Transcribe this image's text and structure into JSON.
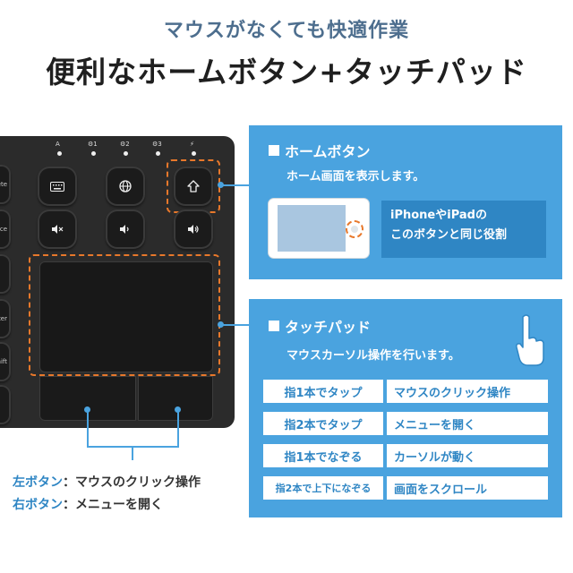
{
  "header": {
    "subtitle": "マウスがなくても快適作業",
    "title": "便利なホームボタン+タッチパッド"
  },
  "keyboard": {
    "led_labels": [
      "A",
      "⚙1",
      "⚙2",
      "⚙3",
      "⚡"
    ],
    "edge_keys": [
      "ete",
      "ce",
      "",
      "ter",
      "hift",
      ""
    ]
  },
  "home_panel": {
    "heading": "ホームボタン",
    "description": "ホーム画面を表示します。",
    "callout_line1": "iPhoneやiPadの",
    "callout_line2": "このボタンと同じ役割"
  },
  "touchpad_panel": {
    "heading": "タッチパッド",
    "description": "マウスカーソル操作を行います。",
    "rows": [
      {
        "gesture": "指1本でタップ",
        "action": "マウスのクリック操作"
      },
      {
        "gesture": "指2本でタップ",
        "action": "メニューを開く"
      },
      {
        "gesture": "指1本でなぞる",
        "action": "カーソルが動く"
      },
      {
        "gesture": "指2本で上下になぞる",
        "action": "画面をスクロール"
      }
    ]
  },
  "buttons_legend": {
    "left_label": "左ボタン",
    "left_desc": "：マウスのクリック操作",
    "right_label": "右ボタン",
    "right_desc": "：メニューを開く"
  },
  "colors": {
    "panel": "#4aa3df",
    "callout": "#2f86c4",
    "highlight_dash": "#e8782b",
    "keyboard": "#2b2b2b"
  },
  "icons": [
    "keyboard-icon",
    "globe-icon",
    "home-arrow-icon",
    "volume-mute-icon",
    "volume-down-icon",
    "volume-up-icon",
    "hand-pointer-icon"
  ]
}
